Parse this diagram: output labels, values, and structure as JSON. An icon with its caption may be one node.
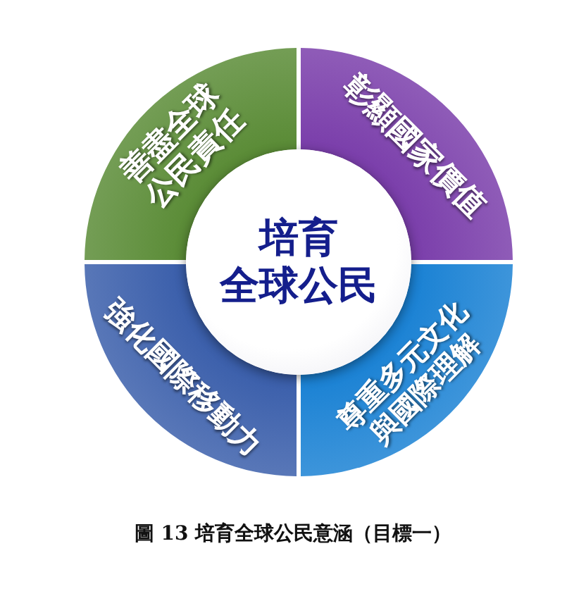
{
  "diagram": {
    "caption": "圖 13 培育全球公民意涵（目標一）",
    "nodes": [
      {
        "text": [
          "培育全球公民"
        ]
      },
      {
        "text": [
          "善盡全球公民責任"
        ]
      },
      {
        "text": [
          "彰顯國家價值"
        ]
      },
      {
        "text": [
          "尊重多元文化與國際理解"
        ]
      },
      {
        "text": [
          "強化國際移動力"
        ]
      }
    ]
  }
}
